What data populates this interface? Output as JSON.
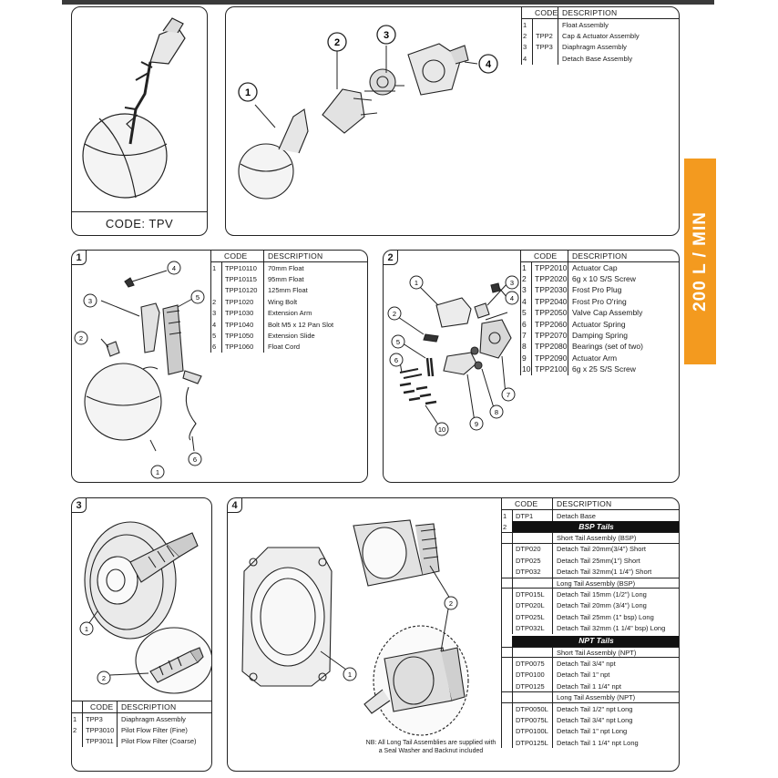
{
  "side_tab": {
    "label": "200 L / MIN",
    "color": "#f39a1f"
  },
  "panel_tpv": {
    "code_label": "CODE: TPV"
  },
  "overview": {
    "headers": {
      "code": "CODE",
      "description": "DESCRIPTION"
    },
    "rows": [
      {
        "item": "1",
        "code": "",
        "description": "Float Assembly"
      },
      {
        "item": "2",
        "code": "TPP2",
        "description": "Cap & Actuator Assembly"
      },
      {
        "item": "3",
        "code": "TPP3",
        "description": "Diaphragm Assembly"
      },
      {
        "item": "4",
        "code": "",
        "description": "Detach Base Assembly"
      }
    ],
    "callouts": [
      "1",
      "2",
      "3",
      "4"
    ]
  },
  "panel1": {
    "badge": "1",
    "headers": {
      "code": "CODE",
      "description": "DESCRIPTION"
    },
    "rows": [
      {
        "item": "1",
        "code": "TPP10110",
        "description": "70mm Float"
      },
      {
        "item": "",
        "code": "TPP10115",
        "description": "95mm Float"
      },
      {
        "item": "",
        "code": "TPP10120",
        "description": "125mm Float"
      },
      {
        "item": "2",
        "code": "TPP1020",
        "description": "Wing Bolt"
      },
      {
        "item": "3",
        "code": "TPP1030",
        "description": "Extension Arm"
      },
      {
        "item": "4",
        "code": "TPP1040",
        "description": "Bolt M5 x 12 Pan Slot"
      },
      {
        "item": "5",
        "code": "TPP1050",
        "description": "Extension Slide"
      },
      {
        "item": "6",
        "code": "TPP1060",
        "description": "Float Cord"
      }
    ],
    "callouts": [
      "1",
      "2",
      "3",
      "4",
      "5",
      "6"
    ]
  },
  "panel2": {
    "badge": "2",
    "headers": {
      "code": "CODE",
      "description": "DESCRIPTION"
    },
    "rows": [
      {
        "item": "1",
        "code": "TPP2010",
        "description": "Actuator Cap"
      },
      {
        "item": "2",
        "code": "TPP2020",
        "description": "6g x 10 S/S Screw"
      },
      {
        "item": "3",
        "code": "TPP2030",
        "description": "Frost Pro Plug"
      },
      {
        "item": "4",
        "code": "TPP2040",
        "description": "Frost Pro O'ring"
      },
      {
        "item": "5",
        "code": "TPP2050",
        "description": "Valve Cap Assembly"
      },
      {
        "item": "6",
        "code": "TPP2060",
        "description": "Actuator Spring"
      },
      {
        "item": "7",
        "code": "TPP2070",
        "description": "Damping Spring"
      },
      {
        "item": "8",
        "code": "TPP2080",
        "description": "Bearings (set of two)"
      },
      {
        "item": "9",
        "code": "TPP2090",
        "description": "Actuator Arm"
      },
      {
        "item": "10",
        "code": "TPP2100",
        "description": "6g x 25 S/S Screw"
      }
    ],
    "callouts": [
      "1",
      "2",
      "3",
      "4",
      "5",
      "6",
      "7",
      "8",
      "9",
      "10"
    ]
  },
  "panel3": {
    "badge": "3",
    "headers": {
      "code": "CODE",
      "description": "DESCRIPTION"
    },
    "rows": [
      {
        "item": "1",
        "code": "TPP3",
        "description": "Diaphragm Assembly"
      },
      {
        "item": "2",
        "code": "TPP3010",
        "description": "Pilot Flow Filter (Fine)"
      },
      {
        "item": "",
        "code": "TPP3011",
        "description": "Pilot Flow Filter (Coarse)"
      }
    ],
    "callouts": [
      "1",
      "2"
    ]
  },
  "panel4": {
    "badge": "4",
    "headers": {
      "code": "CODE",
      "description": "DESCRIPTION"
    },
    "base_row": {
      "item": "1",
      "code": "DTP1",
      "description": "Detach Base"
    },
    "bsp_title": "BSP Tails",
    "bsp_short_title": "Short Tail Assembly (BSP)",
    "bsp_short": [
      {
        "code": "DTP020",
        "description": "Detach Tail 20mm(3/4\") Short"
      },
      {
        "code": "DTP025",
        "description": "Detach Tail 25mm(1\") Short"
      },
      {
        "code": "DTP032",
        "description": "Detach Tail 32mm(1 1/4\") Short"
      }
    ],
    "bsp_long_title": "Long Tail Assembly (BSP)",
    "bsp_long": [
      {
        "code": "DTP015L",
        "description": "Detach Tail 15mm (1/2\") Long"
      },
      {
        "code": "DTP020L",
        "description": "Detach Tail 20mm (3/4\") Long"
      },
      {
        "code": "DTP025L",
        "description": "Detach Tail 25mm (1\" bsp) Long"
      },
      {
        "code": "DTP032L",
        "description": "Detach Tail 32mm (1 1/4\" bsp) Long"
      }
    ],
    "npt_title": "NPT Tails",
    "npt_short_title": "Short Tail Assembly (NPT)",
    "npt_short": [
      {
        "code": "DTP0075",
        "description": "Detach Tail 3/4\" npt"
      },
      {
        "code": "DTP0100",
        "description": "Detach Tail 1\" npt"
      },
      {
        "code": "DTP0125",
        "description": "Detach Tail 1 1/4\" npt"
      }
    ],
    "npt_long_title": "Long Tail Assembly (NPT)",
    "npt_long": [
      {
        "code": "DTP0050L",
        "description": "Detach Tail 1/2\" npt Long"
      },
      {
        "code": "DTP0075L",
        "description": "Detach Tail 3/4\" npt Long"
      },
      {
        "code": "DTP0100L",
        "description": "Detach Tail 1\" npt Long"
      },
      {
        "code": "DTP0125L",
        "description": "Detach Tail 1 1/4\" npt Long"
      }
    ],
    "item2_label": "2",
    "note_line1": "NB: All Long Tail Assemblies are supplied with",
    "note_line2": "a Seal Washer and Backnut included",
    "callouts": [
      "1",
      "2"
    ]
  }
}
